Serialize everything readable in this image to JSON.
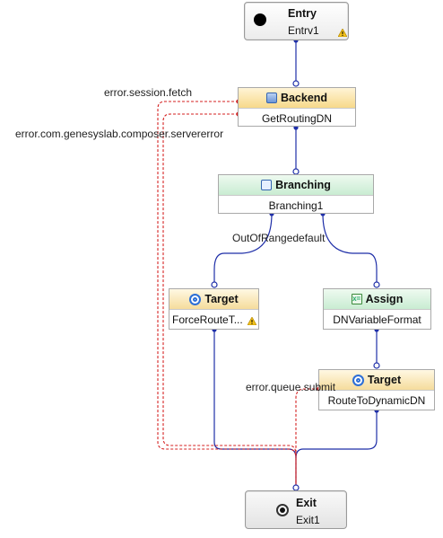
{
  "blocks": {
    "entry": {
      "title": "Entry",
      "name": "Entrv1"
    },
    "backend": {
      "title": "Backend",
      "name": "GetRoutingDN"
    },
    "branching": {
      "title": "Branching",
      "name": "Branching1"
    },
    "target_left": {
      "title": "Target",
      "name": "ForceRouteT..."
    },
    "assign": {
      "title": "Assign",
      "name": "DNVariableFormat"
    },
    "target_right": {
      "title": "Target",
      "name": "RouteToDynamicDN"
    },
    "exit": {
      "title": "Exit",
      "name": "Exit1"
    }
  },
  "edge_labels": {
    "session_fetch": "error.session.fetch",
    "server_error": "error.com.genesyslab.composer.servererror",
    "branch_outputs": "OutOfRangedefault",
    "queue_submit": "error.queue.submit"
  },
  "colors": {
    "normal_link": "#1f2fa8",
    "error_link": "#d42020",
    "port": "#1f2fa8",
    "error_port": "#d42020"
  }
}
